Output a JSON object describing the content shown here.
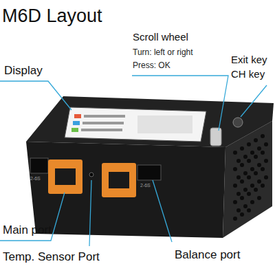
{
  "diagram": {
    "title": "M6D Layout",
    "labels": [
      "Display",
      "Scroll wheel",
      "Turn: left or right",
      "Press: OK",
      "Exit key",
      "CH key",
      "Main port",
      "Temp. Sensor Port",
      "Balance port",
      "2-6S",
      "2-6S"
    ]
  }
}
